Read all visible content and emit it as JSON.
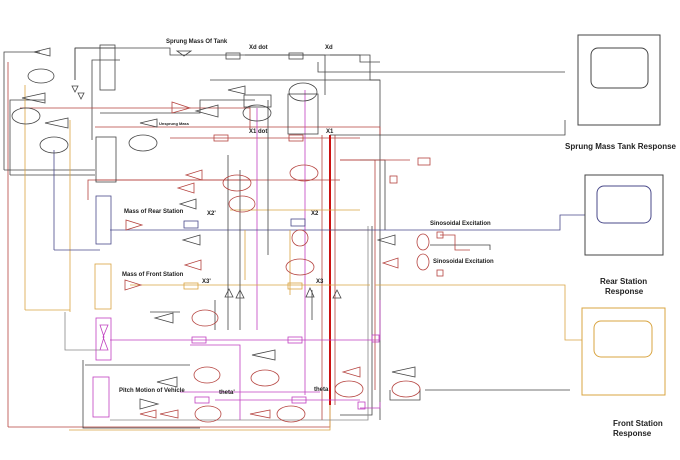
{
  "diagram": {
    "labels": {
      "sprung_mass_tank": "Sprung Mass Of Tank",
      "xd_dot": "Xd dot",
      "xd": "Xd",
      "unsprung_mass": "Unsprung Mass",
      "x1_dot": "X1 dot",
      "x1": "X1",
      "mass_rear_station": "Mass of Rear Station",
      "x2_dot": "X2'",
      "x2": "X2",
      "mass_front_station": "Mass of Front Station",
      "x3_dot": "X3'",
      "x3": "X3",
      "pitch_motion": "Pitch Motion of Vehicle",
      "theta_dot": "theta'",
      "theta": "theta",
      "sin_excitation_1": "Sinosoidal Excitation",
      "sin_excitation_2": "Sinosoidal Excitation"
    },
    "scopes": [
      {
        "label": "Sprung Mass Tank Response",
        "color": "#444444"
      },
      {
        "label": "Rear Station Response",
        "color": "#4a4a8a"
      },
      {
        "label": "Front Station Response",
        "color": "#d9a441"
      }
    ]
  }
}
